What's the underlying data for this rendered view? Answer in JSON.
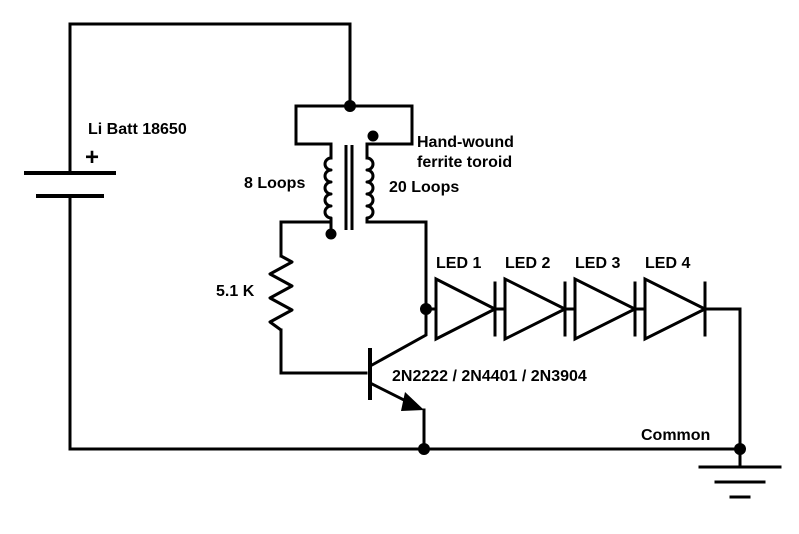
{
  "diagram": {
    "labels": {
      "battery": "Li Batt 18650",
      "battery_polarity": "+",
      "transformer_line1": "Hand-wound",
      "transformer_line2": "ferrite toroid",
      "primary_winding": "8 Loops",
      "secondary_winding": "20 Loops",
      "resistor": "5.1 K",
      "transistor": "2N2222 / 2N4401 / 2N3904",
      "common": "Common"
    },
    "leds": [
      "LED 1",
      "LED 2",
      "LED 3",
      "LED 4"
    ],
    "colors": {
      "ink": "#000000",
      "background": "#ffffff"
    }
  }
}
